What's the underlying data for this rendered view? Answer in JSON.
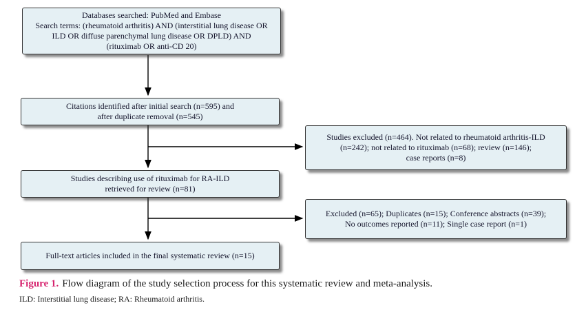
{
  "figure": {
    "label": "Figure 1.",
    "caption": "Flow diagram of the study selection process for this systematic review and meta-analysis.",
    "footnote": "ILD: Interstitial lung disease; RA: Rheumatoid arthritis.",
    "label_color": "#d6256f"
  },
  "boxes": {
    "search": {
      "text": "Databases searched: PubMed and Embase\nSearch terms: (rheumatoid arthritis) AND (interstitial lung disease OR\nILD OR diffuse parenchymal lung disease OR DPLD) AND\n(rituximab OR anti-CD 20)"
    },
    "citations": {
      "text": "Citations identified after initial search (n=595) and\nafter duplicate removal (n=545)"
    },
    "excluded1": {
      "text": "Studies excluded (n=464). Not related to rheumatoid arthritis-ILD\n(n=242); not related to rituximab (n=68); review (n=146);\ncase reports (n=8)"
    },
    "retrieved": {
      "text": "Studies describing use of rituximab for RA-ILD\nretrieved for review (n=81)"
    },
    "excluded2": {
      "text": "Excluded (n=65); Duplicates (n=15); Conference abstracts (n=39);\nNo outcomes reported (n=11); Single case report (n=1)"
    },
    "included": {
      "text": "Full-text articles included in the final systematic review (n=15)"
    }
  },
  "colors": {
    "box_fill": "#e5f0f4",
    "box_border": "#333333",
    "arrow": "#000000",
    "figure_label": "#d6256f"
  }
}
